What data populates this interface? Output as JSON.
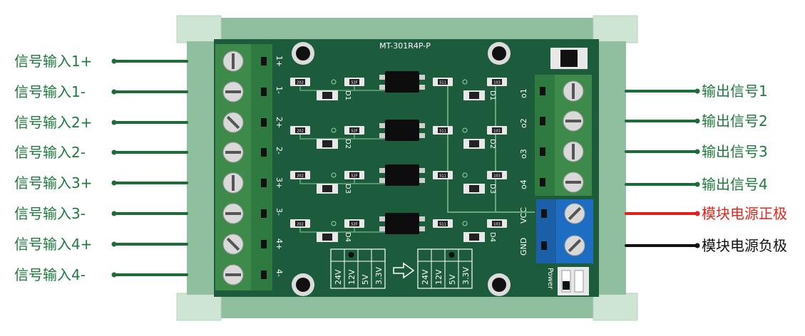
{
  "board": {
    "model": "MT-301R4P-P",
    "power_label": "Power",
    "input_terminal_labels": [
      "1+",
      "1-",
      "2+",
      "2-",
      "3+",
      "3-",
      "4+",
      "4-"
    ],
    "output_terminal_labels": [
      "o1",
      "o2",
      "o3",
      "o4"
    ],
    "power_terminal_labels": [
      "VCC",
      "GND"
    ],
    "resistor_code_left": "202",
    "resistor_code_mid": "52F",
    "resistor_code_right_a": "511",
    "resistor_code_right_b": "103",
    "diode_labels": [
      "D1",
      "D2",
      "D3",
      "D4"
    ],
    "jumper_voltages": [
      "24V",
      "12V",
      "5V",
      "3.3V"
    ],
    "colors": {
      "pcb": "#1c5c3c",
      "rail": "#7fb596",
      "terminal": "#3e8a4b",
      "blue_terminal": "#1d6ec2",
      "wire_green": "#1f6b3a",
      "wire_red": "#e3211b",
      "wire_black": "#111111"
    }
  },
  "labels": {
    "inputs": [
      "信号输入1+",
      "信号输入1-",
      "信号输入2+",
      "信号输入2-",
      "信号输入3+",
      "信号输入3-",
      "信号输入4+",
      "信号输入4-"
    ],
    "outputs": [
      "输出信号1",
      "输出信号2",
      "输出信号3",
      "输出信号4"
    ],
    "vcc": "模块电源正极",
    "gnd": "模块电源负极"
  }
}
